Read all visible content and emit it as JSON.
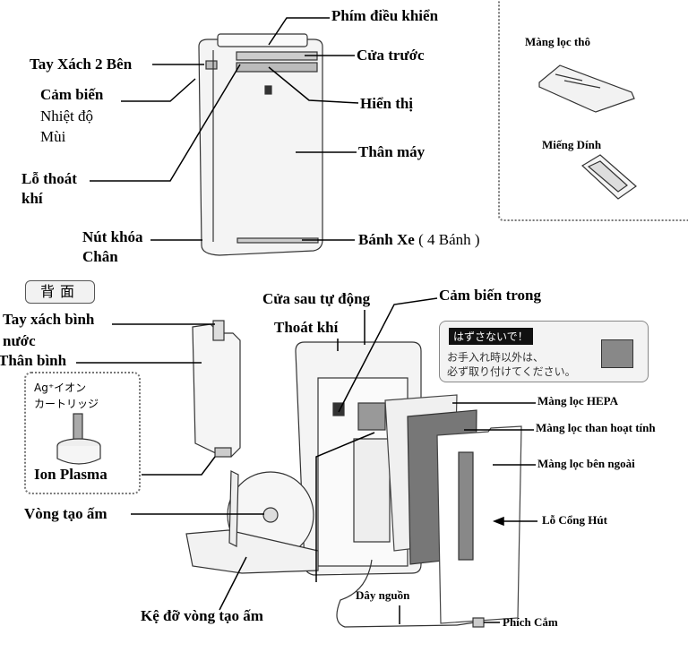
{
  "front": {
    "control_buttons": "Phím điều khiển",
    "front_door": "Cửa trước",
    "side_handles": "Tay Xách 2 Bên",
    "sensor_title": "Cảm biến",
    "sensor_temp": "Nhiệt độ",
    "sensor_odor": "Mùi",
    "display": "Hiển thị",
    "body": "Thân máy",
    "outlet_line1": "Lỗ thoát",
    "outlet_line2": "khí",
    "lock_line1": "Nút khóa",
    "lock_line2": "Chân",
    "wheels_bold": "Bánh Xe",
    "wheels_note": "( 4 Bánh )"
  },
  "accessories": {
    "prefilter": "Màng lọc thô",
    "sticker": "Miếng Dính"
  },
  "back": {
    "tag": "背面",
    "auto_rear_door": "Cửa sau tự động",
    "inner_sensor": "Cảm biến trong",
    "tank_handle_line1": "Tay xách bình",
    "tank_handle_line2": "nước",
    "tank_body": "Thân bình",
    "ion_line1": "Ag⁺イオン",
    "ion_line2": "カートリッジ",
    "ion_plasma": "Ion Plasma",
    "air_outlet": "Thoát khí",
    "notice_title": "はずさないで！",
    "notice_line1": "お手入れ時以外は、",
    "notice_line2": "必ず取り付けてください。",
    "hepa": "Màng lọc HEPA",
    "carbon": "Màng lọc than hoạt tính",
    "outer_filter": "Màng lọc bên ngoài",
    "intake": "Lỗ Cổng Hút",
    "humidifier_wheel": "Vòng tạo ấm",
    "power_cord": "Dây nguồn",
    "plug": "Phích Cắm",
    "wheel_tray": "Kệ đỡ vòng tạo ấm"
  }
}
